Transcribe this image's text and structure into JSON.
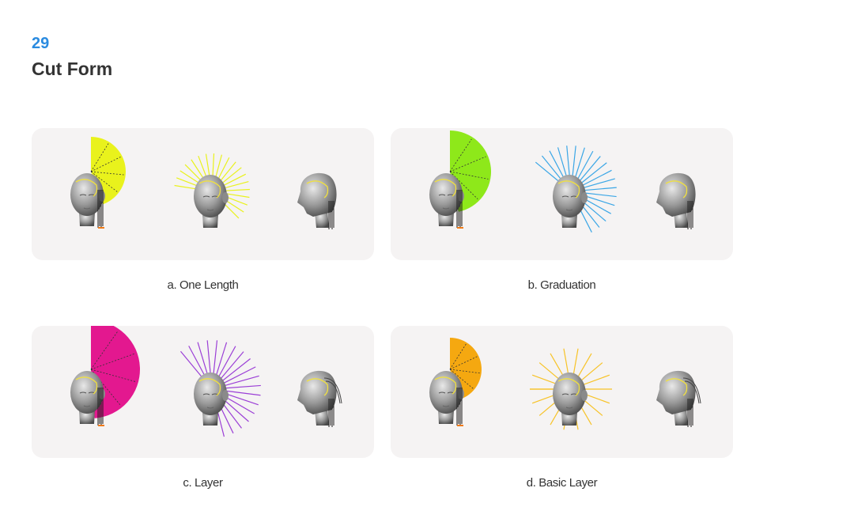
{
  "header": {
    "number": "29",
    "title": "Cut Form"
  },
  "panels": [
    {
      "caption": "a. One Length",
      "color": "#e9f21c",
      "fan": "half",
      "lines_color": "#e9f21c"
    },
    {
      "caption": "b. Graduation",
      "color": "#8ee81a",
      "fan": "half",
      "lines_color": "#3aa6e6"
    },
    {
      "caption": "c. Layer",
      "color": "#e3188f",
      "fan": "wide",
      "lines_color": "#9b3fd6"
    },
    {
      "caption": "d. Basic Layer",
      "color": "#f5a810",
      "fan": "narrow",
      "lines_color": "#f7c327"
    }
  ]
}
